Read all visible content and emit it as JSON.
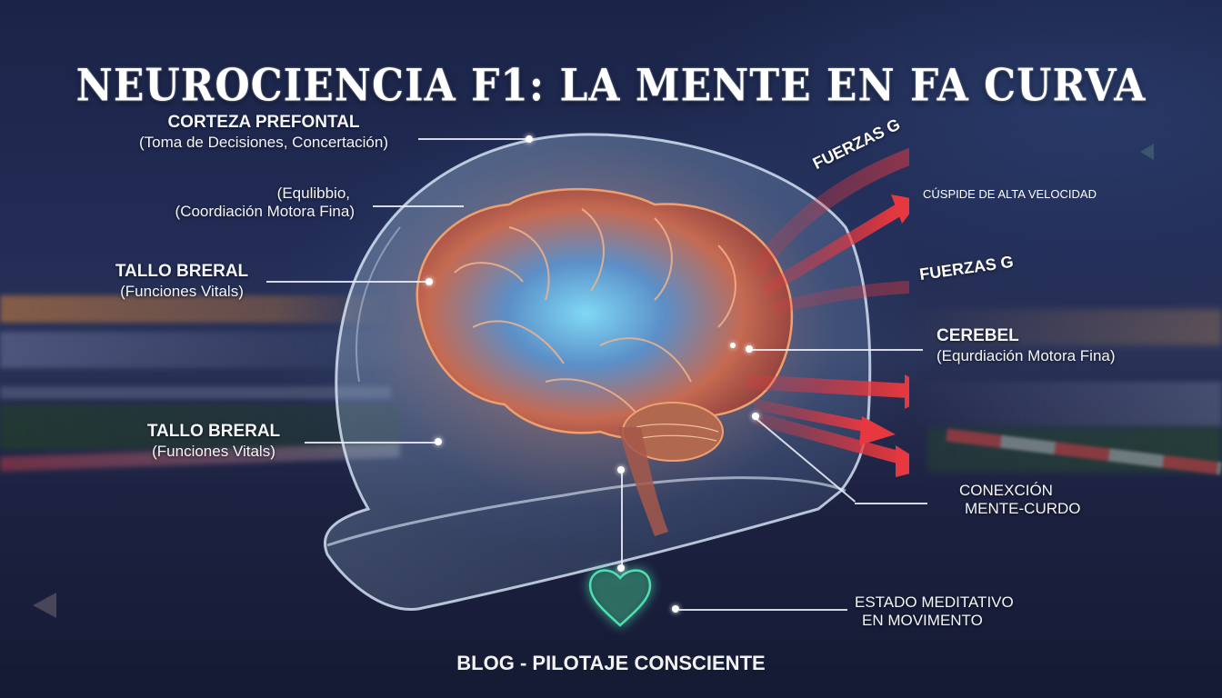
{
  "title": "NEUROCIENCIA F1: LA MENTE EN FA CURVA",
  "labels": {
    "prefrontal": {
      "heading": "CORTEZA PREFONTAL",
      "sub": "(Toma de Decisiones, Concertación)"
    },
    "equilibrio": {
      "line1": "(Equlibbio,",
      "line2": "(Coordiación Motora Fina)"
    },
    "tallo_upper": {
      "heading": "TALLO BRERAL",
      "sub": "(Funciones Vitals)"
    },
    "tallo_lower": {
      "heading": "TALLO BRERAL",
      "sub": "(Funciones Vitals)"
    },
    "cerebel": {
      "heading": "CEREBEL",
      "sub": "(Equrdiación Motora Fina)"
    },
    "conexion": {
      "line1": "CONEXCIÓN",
      "line2": "MENTE-CURDO"
    },
    "estado": {
      "line1": "ESTADO MEDITATIVO",
      "line2": "EN MOVIMENTO"
    }
  },
  "forces": {
    "upper": "FUERZAS G",
    "lower": "FUERZAS G",
    "cuspide": "CÚSPIDE DE ALTA VELOCIDAD"
  },
  "footer": "BLOG - PILOTAJE CONSCIENTE",
  "colors": {
    "background": "#1b2448",
    "arrow_red": "#e8383f",
    "brain_orange": "#d9714a",
    "brain_cyan": "#5fd0f0",
    "heart_green": "#4fe0b0",
    "text": "#f4f6fa"
  }
}
